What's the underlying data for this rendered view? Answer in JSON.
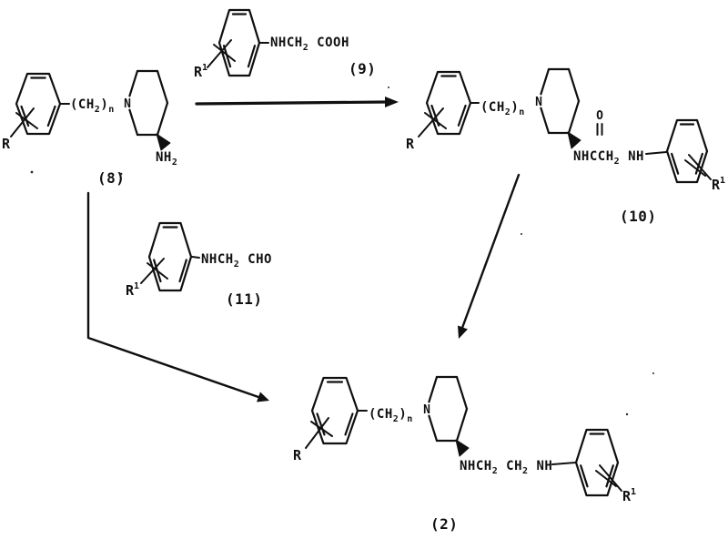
{
  "figure": {
    "type": "chemical-reaction-scheme",
    "ink_color": "#101010",
    "background_color": "#ffffff"
  },
  "fragments": {
    "r": "R",
    "r1_base": "R",
    "r1_sup": "1",
    "ring_nitrogen": "N",
    "carbonyl_oxygen": "O",
    "alkylene_open": "(CH",
    "alkylene_sub2": "2",
    "alkylene_close": ")",
    "alkylene_subn": "n",
    "amine_base": "NH",
    "amine_sub": "2",
    "glycine_p1": "NHCH",
    "glycine_s1": "2",
    "glycine_p2": " COOH",
    "aldehyde_p1": "NHCH",
    "aldehyde_s1": "2",
    "aldehyde_p2": " CHO",
    "amide_p1": "NHCCH",
    "amide_s1": "2",
    "amide_p2": " NH",
    "diamine_p1": "NHCH",
    "diamine_s1": "2",
    "diamine_p2": " CH",
    "diamine_s2": "2",
    "diamine_p3": " NH"
  },
  "labels": {
    "compound8": "(8)",
    "reagent9": "(9)",
    "compound10": "(10)",
    "reagent11": "(11)",
    "compound2": "(2)"
  }
}
